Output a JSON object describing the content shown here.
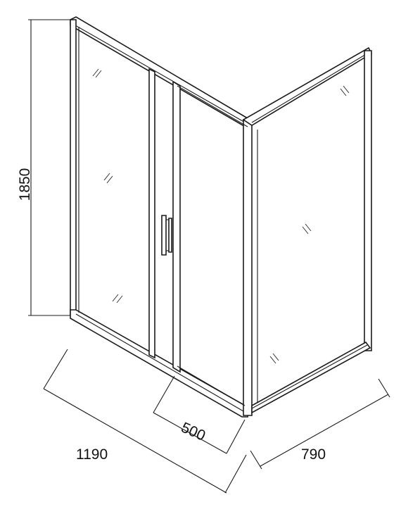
{
  "diagram": {
    "dimensions": {
      "height": "1850",
      "width": "1190",
      "door": "500",
      "depth": "790"
    },
    "colors": {
      "line": "#1a1a1a",
      "background": "#ffffff"
    }
  }
}
